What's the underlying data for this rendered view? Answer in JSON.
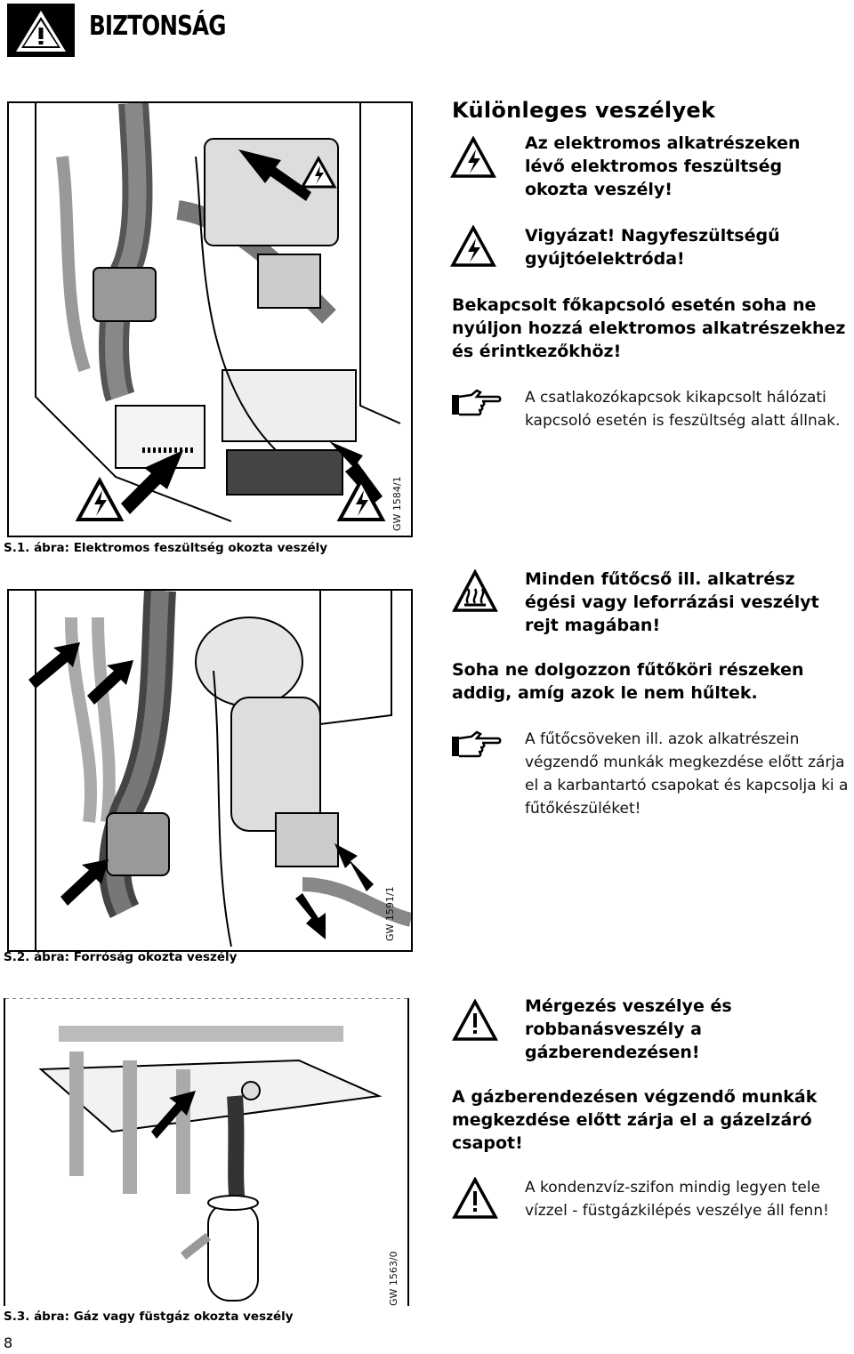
{
  "header": {
    "title": "BIZTONSÁG",
    "icon": "warning-triangle-icon"
  },
  "figures": [
    {
      "caption": "S.1. ábra:  Elektromos feszültség okozta veszély",
      "code": "GW 1584/1"
    },
    {
      "caption": "S.2. ábra:  Forróság okozta veszély",
      "code": "GW 1591/1"
    },
    {
      "caption": "S.3. ábra:  Gáz vagy füstgáz okozta veszély",
      "code": "GW 1563/0"
    }
  ],
  "section_title": "Különleges veszélyek",
  "blocks": {
    "electric_warning": "Az elektromos alkatrészeken lévő elektromos feszültség okozta veszély!",
    "ignition_warning": "Vigyázat! Nagyfeszültségű gyújtóelektróda!",
    "main_switch_text": "Bekapcsolt főkapcsoló esetén soha ne nyúljon hozzá elektromos alkatrészekhez és érintkezőkhöz!",
    "terminal_note": "A csatlakozókapcsok kikapcsolt hálózati kapcsoló esetén is feszültség alatt állnak.",
    "burn_warning": "Minden fűtőcső ill. alkatrész égési vagy leforrázási veszélyt rejt magában!",
    "cool_down_text": "Soha ne dolgozzon fűtőköri részeken addig, amíg azok le nem hűltek.",
    "pipe_note": "A fűtőcsöveken ill. azok  alkatrészein végzendő munkák megkezdése előtt zárja el a karbantartó csapokat és kapcsolja ki a fűtőkészüléket!",
    "gas_warning": "Mérgezés veszélye és robbanásveszély a gázberendezésen!",
    "gas_valve_text": "A gázberendezésen végzendő munkák megkezdése előtt zárja el a gázelzáró csapot!",
    "siphon_warning": "A kondenzvíz-szifon mindig legyen tele vízzel - füstgázkilépés veszélye áll fenn!"
  },
  "icons": [
    "warning-triangle-icon",
    "high-voltage-icon",
    "hot-surface-icon",
    "pointing-hand-icon"
  ],
  "page_number": "8"
}
